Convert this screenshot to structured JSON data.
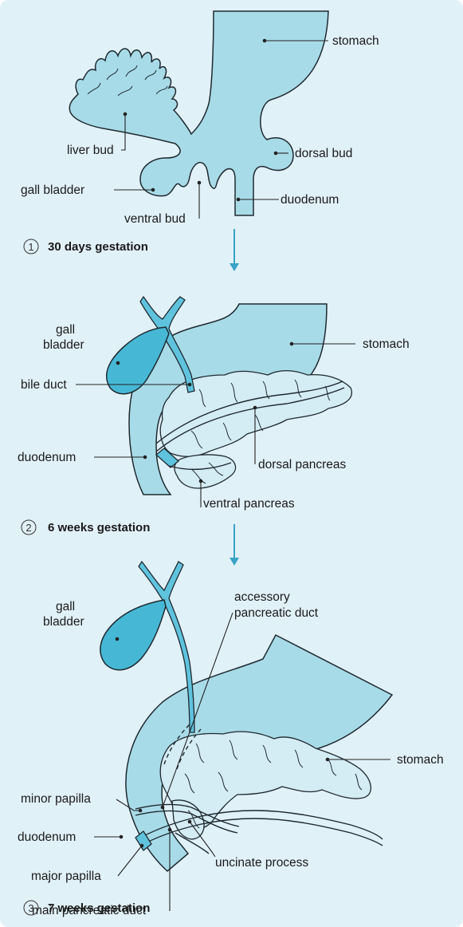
{
  "stages": [
    {
      "number": "1",
      "title": "30 days gestation",
      "labels": {
        "stomach": "stomach",
        "liver_bud": "liver bud",
        "dorsal_bud": "dorsal bud",
        "gall_bladder": "gall bladder",
        "duodenum": "duodenum",
        "ventral_bud": "ventral bud"
      }
    },
    {
      "number": "2",
      "title": "6 weeks gestation",
      "labels": {
        "gall": "gall",
        "bladder": "bladder",
        "stomach": "stomach",
        "bile_duct": "bile duct",
        "duodenum": "duodenum",
        "dorsal_pancreas": "dorsal pancreas",
        "ventral_pancreas": "ventral pancreas"
      }
    },
    {
      "number": "3",
      "title": "7 weeks gestation",
      "labels": {
        "gall": "gall",
        "bladder": "bladder",
        "accessory_1": "accessory",
        "accessory_2": "pancreatic duct",
        "stomach": "stomach",
        "minor_papilla": "minor papilla",
        "duodenum": "duodenum",
        "major_papilla": "major papilla",
        "uncinate_process": "uncinate process",
        "main_pancreatic_duct": "main pancreatic duct"
      }
    }
  ],
  "colors": {
    "background": "#e1f1f8",
    "organ": "#a8dbe8",
    "pancreas": "#d4ecf4",
    "gall_bladder": "#46b8d6",
    "arrow": "#3aa3c8"
  }
}
